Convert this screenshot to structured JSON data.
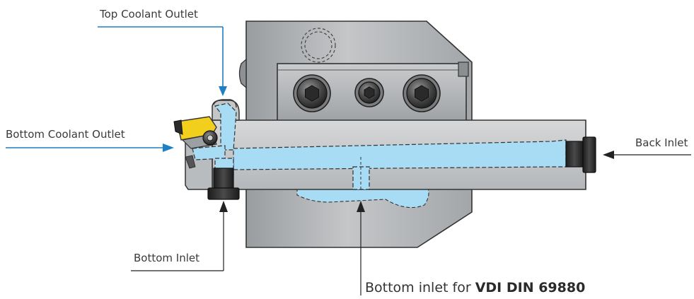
{
  "labels": {
    "top_coolant_outlet": "Top Coolant Outlet",
    "bottom_coolant_outlet": "Bottom Coolant Outlet",
    "back_inlet": "Back Inlet",
    "bottom_inlet": "Bottom Inlet",
    "vdi_prefix": "Bottom inlet for ",
    "vdi_bold": "VDI DIN 69880"
  },
  "colors": {
    "coolant_fill": "#a8dcf5",
    "outlet_arrow": "#1e7fc4",
    "inlet_arrow": "#222222",
    "insert": "#f2cf1d"
  }
}
